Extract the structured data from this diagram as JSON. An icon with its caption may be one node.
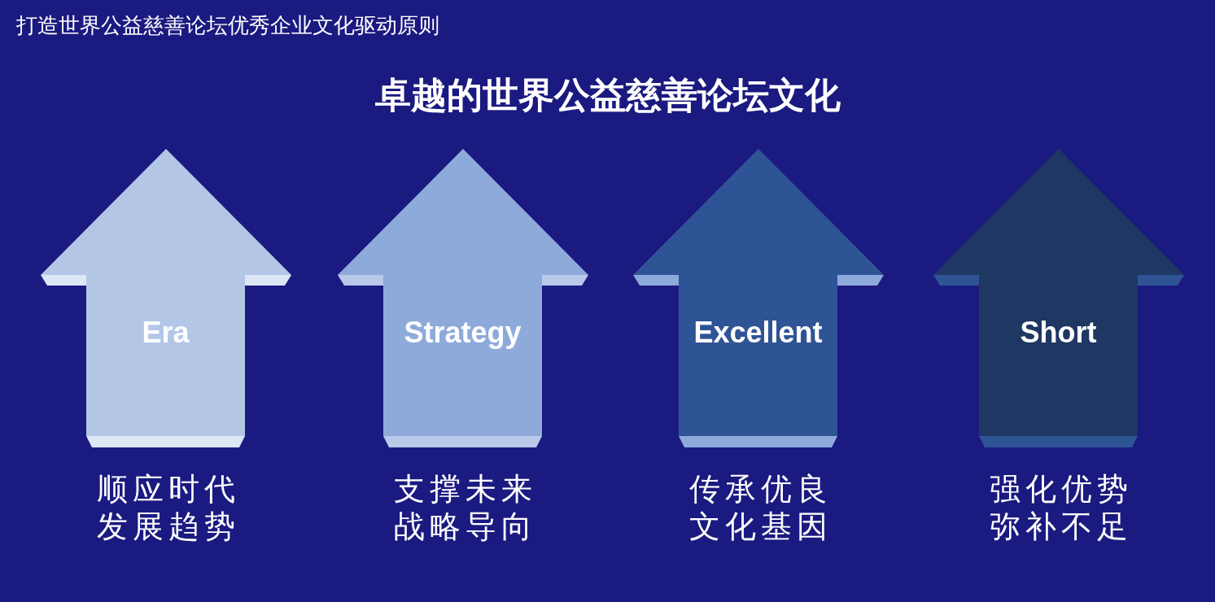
{
  "diagram": {
    "title": "卓越的世界公益慈善论坛文化",
    "nodes": [
      {
        "text": [
          "Era"
        ],
        "beside": [
          "顺应时代发展趋势"
        ]
      },
      {
        "text": [
          "Strategy"
        ],
        "beside": [
          "支撑未来战略导向"
        ]
      },
      {
        "text": [
          "Excellent"
        ],
        "beside": [
          "传承优良文化基因"
        ]
      },
      {
        "text": [
          "Short"
        ],
        "beside": [
          "强化优势弥补不足"
        ]
      }
    ],
    "edges": [],
    "labels": [
      "打造世界公益慈善论坛优秀企业文化驱动原则"
    ]
  }
}
